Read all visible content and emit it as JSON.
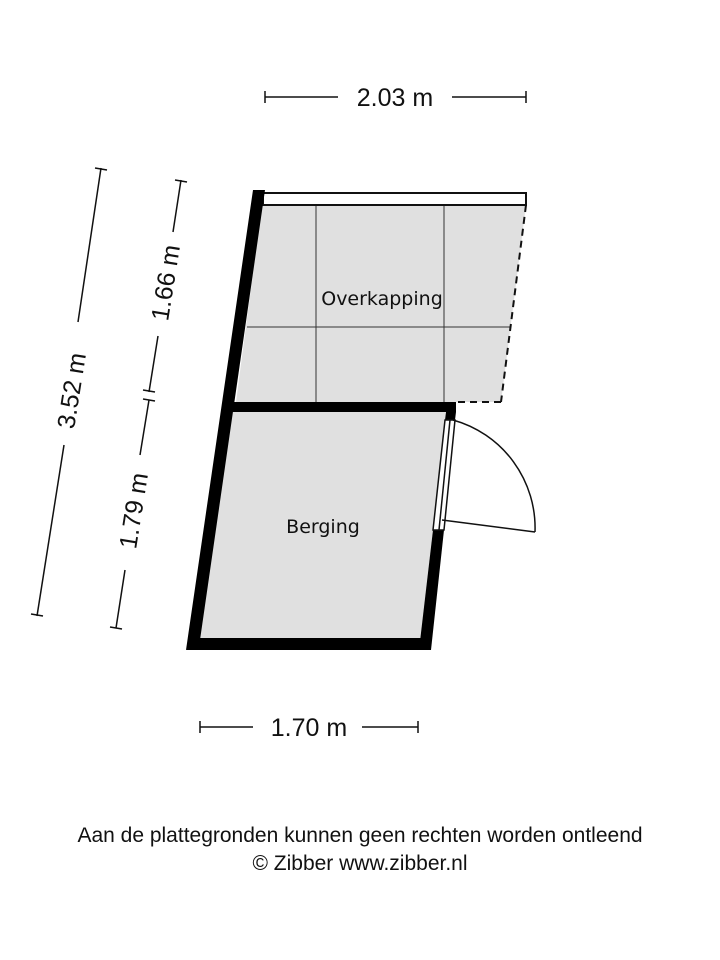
{
  "floorplan": {
    "rooms": [
      {
        "key": "overkapping",
        "label": "Overkapping"
      },
      {
        "key": "berging",
        "label": "Berging"
      }
    ],
    "dimensions": {
      "top_width": "2.03 m",
      "bottom_width": "1.70 m",
      "total_height": "3.52 m",
      "overkapping_height": "1.66 m",
      "berging_height": "1.79 m"
    },
    "colors": {
      "wall": "#000000",
      "floor": "#e0e0e0",
      "lines": "#222222"
    }
  },
  "footer": {
    "disclaimer": "Aan de plattegronden kunnen geen rechten worden ontleend",
    "copyright": "© Zibber www.zibber.nl"
  }
}
